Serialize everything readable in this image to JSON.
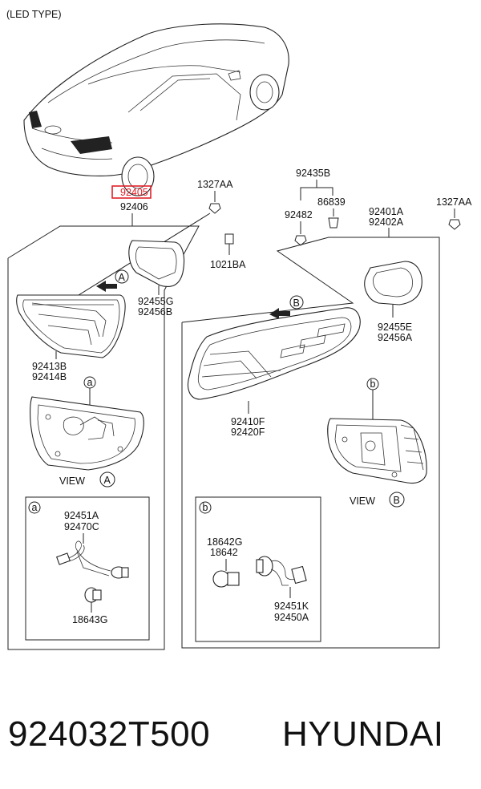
{
  "header": {
    "type_label": "(LED TYPE)"
  },
  "parts": {
    "p92405": "92405",
    "p92406": "92406",
    "p1327aa_left": "1327AA",
    "p1021ba": "1021BA",
    "p92455g": "92455G",
    "p92456b": "92456B",
    "p92413b": "92413B",
    "p92414b": "92414B",
    "p92435b": "92435B",
    "p86839": "86839",
    "p92482": "92482",
    "p92401a": "92401A",
    "p92402a": "92402A",
    "p1327aa_right": "1327AA",
    "p92455e": "92455E",
    "p92456a": "92456A",
    "p92410f": "92410F",
    "p92420f": "92420F",
    "p92451a": "92451A",
    "p92470c": "92470C",
    "p18643g": "18643G",
    "p18642g": "18642G",
    "p18642": "18642",
    "p92451k": "92451K",
    "p92450a": "92450A"
  },
  "callouts": {
    "a": "a",
    "b": "b",
    "A": "A",
    "B": "B",
    "view_word": "VIEW"
  },
  "footer": {
    "part_number": "924032T500",
    "brand": "HYUNDAI"
  },
  "colors": {
    "highlight": "#e0202a",
    "line": "#222222"
  }
}
